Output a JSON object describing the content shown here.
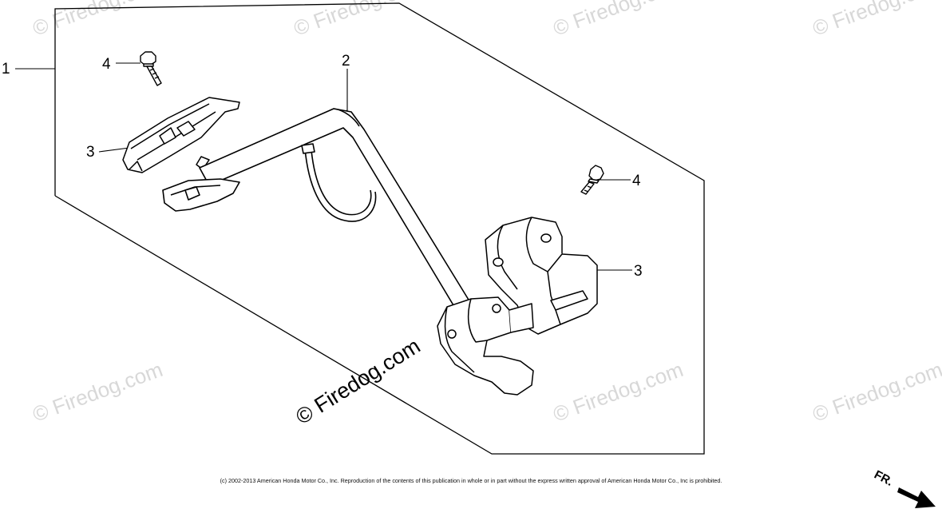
{
  "labels": {
    "assembly": "1",
    "main_bar": "2",
    "bracket_left": "3",
    "bracket_right": "3",
    "bolt_left": "4",
    "bolt_right": "4"
  },
  "watermarks": {
    "text": "© Firedog.com",
    "center_text": "© Firedog.com"
  },
  "copyright": "(c) 2002-2013 American Honda Motor Co., Inc. Reproduction of the contents of this publication in whole or in part without the express written approval of American Honda Motor Co., Inc is prohibited.",
  "direction": {
    "label": "FR.",
    "icon": "arrow-down-right-icon"
  },
  "colors": {
    "line": "#000000",
    "watermark": "#d8d8d8",
    "background": "#ffffff"
  }
}
